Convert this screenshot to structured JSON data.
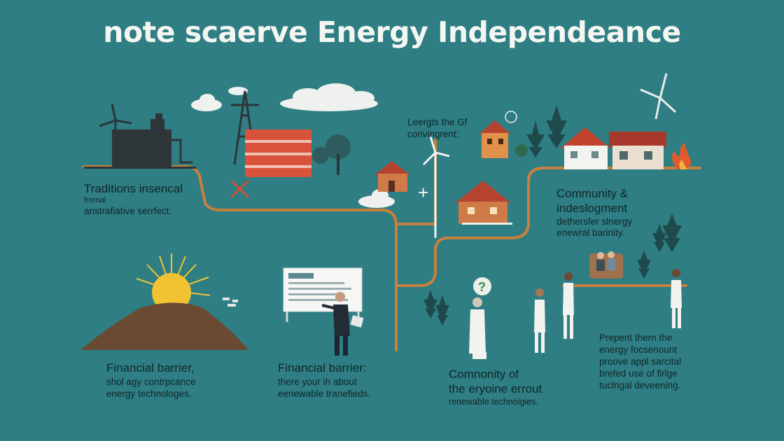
{
  "title": "note scaerve Energy Independeance",
  "labels": {
    "traditional": {
      "heading": "Traditions insencal",
      "sub1": "frornal",
      "sub2": "anstrafiative serrfect."
    },
    "top_center": {
      "line1": "Leergts the Gf",
      "line2": "corivingrent:"
    },
    "community_top": {
      "line1": "Community &",
      "line2": "indeslogment",
      "line3": "dethersfer slnergy",
      "line4": "enewral barinity."
    },
    "financial_left": {
      "heading": "Financial barrier,",
      "line1": "shol agy contrpcance",
      "line2": "energy technologes."
    },
    "financial_center": {
      "heading": "Financial barrier:",
      "line1": "there your ih about",
      "line2": "eenewable tranefieds."
    },
    "community_bottom": {
      "line1": "Comnonity of",
      "line2": "the eryoine errout",
      "line3": "renewable technoigies."
    },
    "present": {
      "line1": "Prepent thern the",
      "line2": "energy focsenount",
      "line3": "proove appl sarcital",
      "line4": "brefed use of firlge",
      "line5": "tuclrigal deveening."
    }
  },
  "colors": {
    "background": "#2e7e83",
    "path": "#c9803f",
    "text": "#10262a",
    "title": "#f4f6f2"
  }
}
